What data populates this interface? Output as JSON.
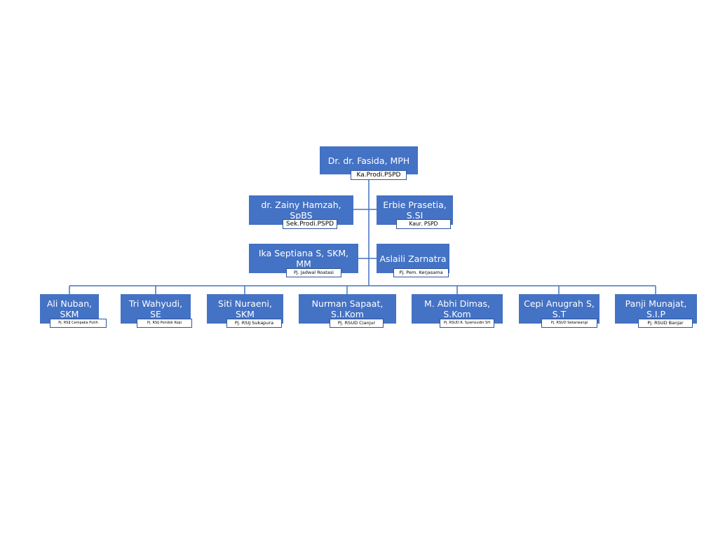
{
  "org": {
    "head": {
      "name": "Dr. dr. Fasida, MPH",
      "role": "Ka.Prodi.PSPD"
    },
    "level2": [
      {
        "name": "dr. Zainy Hamzah, SpBS",
        "role": "Sek.Prodi.PSPD"
      },
      {
        "name": "Erbie Prasetia, S.SI",
        "role": "Kaur. PSPD"
      }
    ],
    "level3": [
      {
        "name": "Ika Septiana S, SKM, MM",
        "role": "Pj. Jadwal Roatasi"
      },
      {
        "name": "Aslaili Zarnatra",
        "role": "Pj. Pem. Kerjasama"
      }
    ],
    "staff": [
      {
        "name": "Ali Nuban, SKM",
        "role": "Pj. RSIJ Cempaka Putih"
      },
      {
        "name": "Tri Wahyudi, SE",
        "role": "Pj. RSIJ Pondok Kopi"
      },
      {
        "name": "Siti Nuraeni, SKM",
        "role": "Pj. RSIJ Sukapura"
      },
      {
        "name": "Nurman Sapaat, S.I.Kom",
        "role": "Pj. RSUD Cianjur"
      },
      {
        "name": "M. Abhi Dimas, S.Kom",
        "role": "Pj. RSUD R. Syamsudin SH"
      },
      {
        "name": "Cepi Anugrah S, S.T",
        "role": "Pj. RSUD Sekarwangi"
      },
      {
        "name": "Panji Munajat, S.I.P",
        "role": "Pj. RSUD Banjar"
      }
    ]
  },
  "colors": {
    "box": "#4472c4",
    "line": "#4472c4",
    "label_border": "#2f5597"
  }
}
